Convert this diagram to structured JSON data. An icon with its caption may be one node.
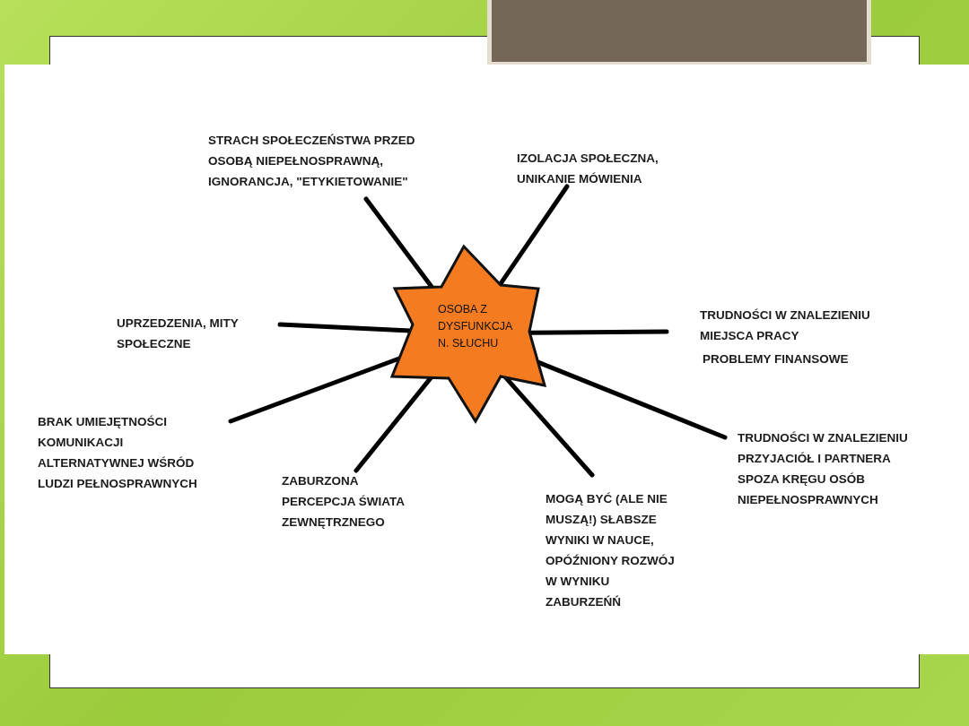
{
  "diagram": {
    "nodes": [
      {
        "text": [
          "STRACH SPOŁECZEŃSTWA PRZED OSOBĄ NIEPEŁNOSPRAWNĄ, IGNORANCJA, \"ETYKIETOWANIE\""
        ]
      },
      {
        "text": [
          "IZOLACJA SPOŁECZNA, UNIKANIE MÓWIENIA"
        ]
      },
      {
        "text": [
          "OSOBA Z DYSFUNKCJA N. SŁUCHU"
        ]
      },
      {
        "text": [
          "UPRZEDZENIA, MITY SPOŁECZNE"
        ]
      },
      {
        "text": [
          "TRUDNOŚCI W ZNALEZIENIU MIEJSCA PRACY",
          "PROBLEMY FINANSOWE"
        ]
      },
      {
        "text": [
          "BRAK UMIEJĘTNOŚCI KOMUNIKACJI ALTERNATYWNEJ WŚRÓD LUDZI PEŁNOSPRAWNYCH"
        ]
      },
      {
        "text": [
          "TRUDNOŚCI W ZNALEZIENIU PRZYJACIÓŁ I PARTNERA SPOZA KRĘGU OSÓB NIEPEŁNOSPRAWNYCH"
        ]
      },
      {
        "text": [
          "ZABURZONA PERCEPCJA ŚWIATA ZEWNĘTRZNEGO"
        ]
      },
      {
        "text": [
          "MOGĄ BYĆ (ALE NIE MUSZĄ!) SŁABSZE WYNIKI W NAUCE, OPÓŹNIONY ROZWÓJ W WYNIKU ZABURZEŃŃ"
        ]
      }
    ],
    "edges": [
      {
        "from": 0,
        "to": 2,
        "arrow": "none"
      },
      {
        "from": 1,
        "to": 2,
        "arrow": "none"
      },
      {
        "from": 3,
        "to": 2,
        "arrow": "none"
      },
      {
        "from": 4,
        "to": 2,
        "arrow": "none"
      },
      {
        "from": 5,
        "to": 2,
        "arrow": "none"
      },
      {
        "from": 6,
        "to": 2,
        "arrow": "none"
      },
      {
        "from": 7,
        "to": 2,
        "arrow": "none"
      },
      {
        "from": 8,
        "to": 2,
        "arrow": "none"
      }
    ]
  }
}
